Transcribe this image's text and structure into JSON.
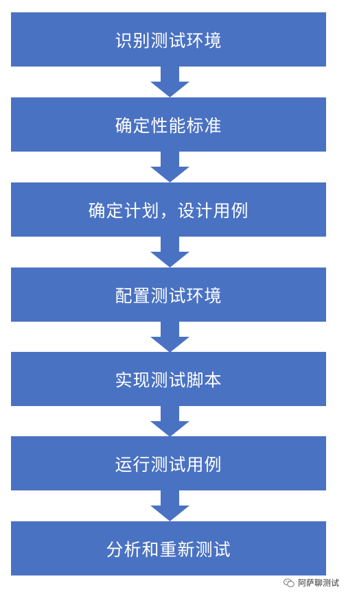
{
  "steps": [
    "识别测试环境",
    "确定性能标准",
    "确定计划，设计用例",
    "配置测试环境",
    "实现测试脚本",
    "运行测试用例",
    "分析和重新测试"
  ],
  "colors": {
    "box": "#4a72c3",
    "text": "#ffffff"
  },
  "watermark": {
    "icon": "wechat-icon",
    "text": "阿萨聊测试"
  }
}
